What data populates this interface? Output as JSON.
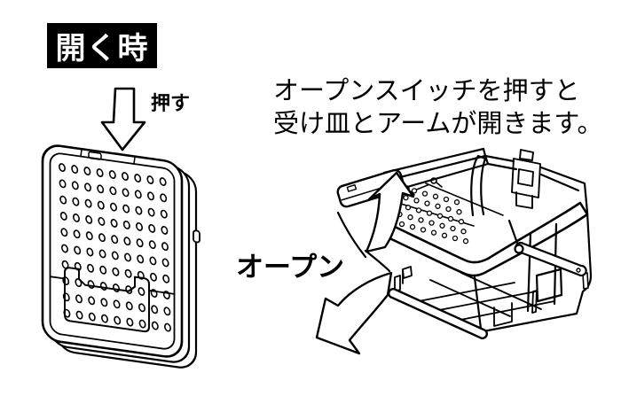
{
  "colors": {
    "background": "#ffffff",
    "ink": "#000000",
    "badge_bg": "#000000",
    "badge_text": "#ffffff"
  },
  "badge": {
    "label": "開く時"
  },
  "closed_view": {
    "push_label": "押す"
  },
  "open_view": {
    "instruction_line1": "オープンスイッチを押すと",
    "instruction_line2": "受け皿とアームが開きます。",
    "open_label": "オープン"
  }
}
